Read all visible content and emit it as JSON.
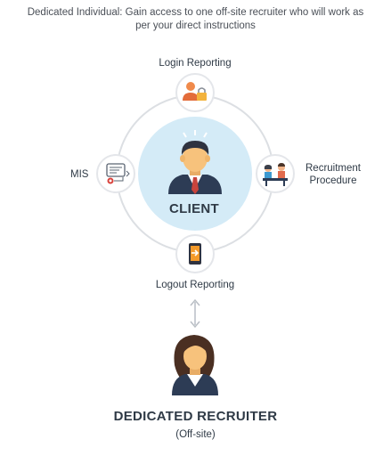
{
  "header": {
    "line1": "Dedicated Individual: Gain access to one off-site recruiter who will work as",
    "line2": "per your direct instructions"
  },
  "nodes": {
    "login": "Login Reporting",
    "mis": "MIS",
    "recruitment_line1": "Recruitment",
    "recruitment_line2": "Procedure",
    "logout": "Logout Reporting"
  },
  "client": {
    "label": "CLIENT"
  },
  "recruiter": {
    "title": "DEDICATED RECRUITER",
    "subtitle": "(Off-site)"
  },
  "colors": {
    "ring": "#dcdfe3",
    "client_bg": "#d4ebf7",
    "node_ring": "#e4e6ea",
    "skin": "#f7c27c",
    "hair": "#2f3340",
    "suit": "#2d3c55",
    "tie": "#c8443c",
    "arrow": "#b9bec5"
  },
  "icons": {
    "login": "user-lock-icon",
    "mis": "workflow-chart-icon",
    "recruitment": "interview-desk-icon",
    "logout": "mobile-logout-icon",
    "client": "businessman-avatar-icon",
    "recruiter": "businesswoman-avatar-icon"
  }
}
